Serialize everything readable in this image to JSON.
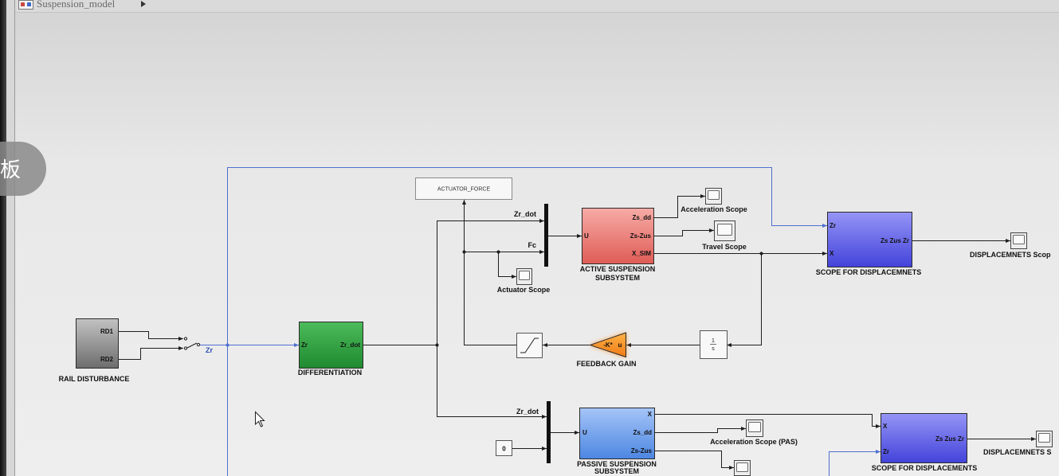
{
  "editor": {
    "breadcrumb": {
      "model_name": "Suspension_model"
    },
    "overlay_button": {
      "label": "板"
    }
  },
  "diagram": {
    "rail_disturbance": {
      "name": "RAIL DISTURBANCE",
      "out1": "RD1",
      "out2": "RD2"
    },
    "manual_switch": {
      "output_signal": "Zr"
    },
    "differentiation": {
      "name": "DIFFERENTIATION",
      "in": "Zr",
      "out": "Zr_dot"
    },
    "actuator_force": {
      "name": "ACTUATOR_FORCE"
    },
    "active_mux": {
      "in1_signal": "Zr_dot",
      "in2_signal": "Fc"
    },
    "active_suspension": {
      "name_line1": "ACTIVE SUSPENSION",
      "name_line2": "SUBSYSTEM",
      "in": "U",
      "out1": "Zs_dd",
      "out2": "Zs-Zus",
      "out3": "X_SIM"
    },
    "acceleration_scope": {
      "name": "Acceleration Scope"
    },
    "travel_scope": {
      "name": "Travel Scope"
    },
    "actuator_scope": {
      "name": "Actuator Scope"
    },
    "integrator": {
      "numerator": "1",
      "denominator": "s"
    },
    "feedback_gain": {
      "name": "FEEDBACK GAIN",
      "gain": "-K*",
      "in": "u"
    },
    "scope_displacements_active": {
      "name": "SCOPE FOR DISPLACEMNETS",
      "in1": "Zr",
      "in2": "X",
      "out": "Zs Zus Zr"
    },
    "displacements_scope_active": {
      "name": "DISPLACEMNETS Scop"
    },
    "passive_mux": {
      "in1_signal": "Zr_dot"
    },
    "constant": {
      "value": "0"
    },
    "passive_suspension": {
      "name_line1": "PASSIVE SUSPENSION",
      "name_line2": "SUBSYSTEM",
      "in": "U",
      "out1": "X",
      "out2": "Zs_dd",
      "out3": "Zs-Zus"
    },
    "acceleration_scope_pas": {
      "name": "Acceleration Scope (PAS)"
    },
    "scope_displacements_passive": {
      "name": "SCOPE FOR DISPLACEMENTS",
      "in1": "X",
      "in2": "Zr",
      "out": "Zs Zus Zr"
    },
    "displacements_scope_passive": {
      "name": "DISPLACEMNETS S"
    }
  },
  "icons": {
    "model": "simulink-model-icon",
    "breadcrumb_arrow": "triangle-right-icon",
    "switch": "manual-switch-icon",
    "scope": "scope-icon",
    "saturation": "saturation-icon",
    "cursor": "mouse-cursor-icon"
  },
  "colors": {
    "canvas_top": "#d3d3d3",
    "canvas_mid": "#e8e8e8",
    "canvas_bottom": "#eeeeee",
    "signal_line": "#1e1e1e",
    "highlighted_signal": "#4f6fd0",
    "rail_disturbance_top": "#c2c2c2",
    "rail_disturbance_bottom": "#6d6d6d",
    "differentiation_top": "#4cbb5a",
    "differentiation_bottom": "#1f8a30",
    "active_suspension_top": "#f7aba6",
    "active_suspension_bottom": "#df5c56",
    "passive_suspension_top": "#a5c5f7",
    "passive_suspension_bottom": "#4c86e2",
    "scope_block_top": "#9595f6",
    "scope_block_bottom": "#4343db",
    "feedback_gain_top": "#ffb347",
    "feedback_gain_bottom": "#f07a16",
    "feedback_gain_glow": "#ff8a1f"
  }
}
